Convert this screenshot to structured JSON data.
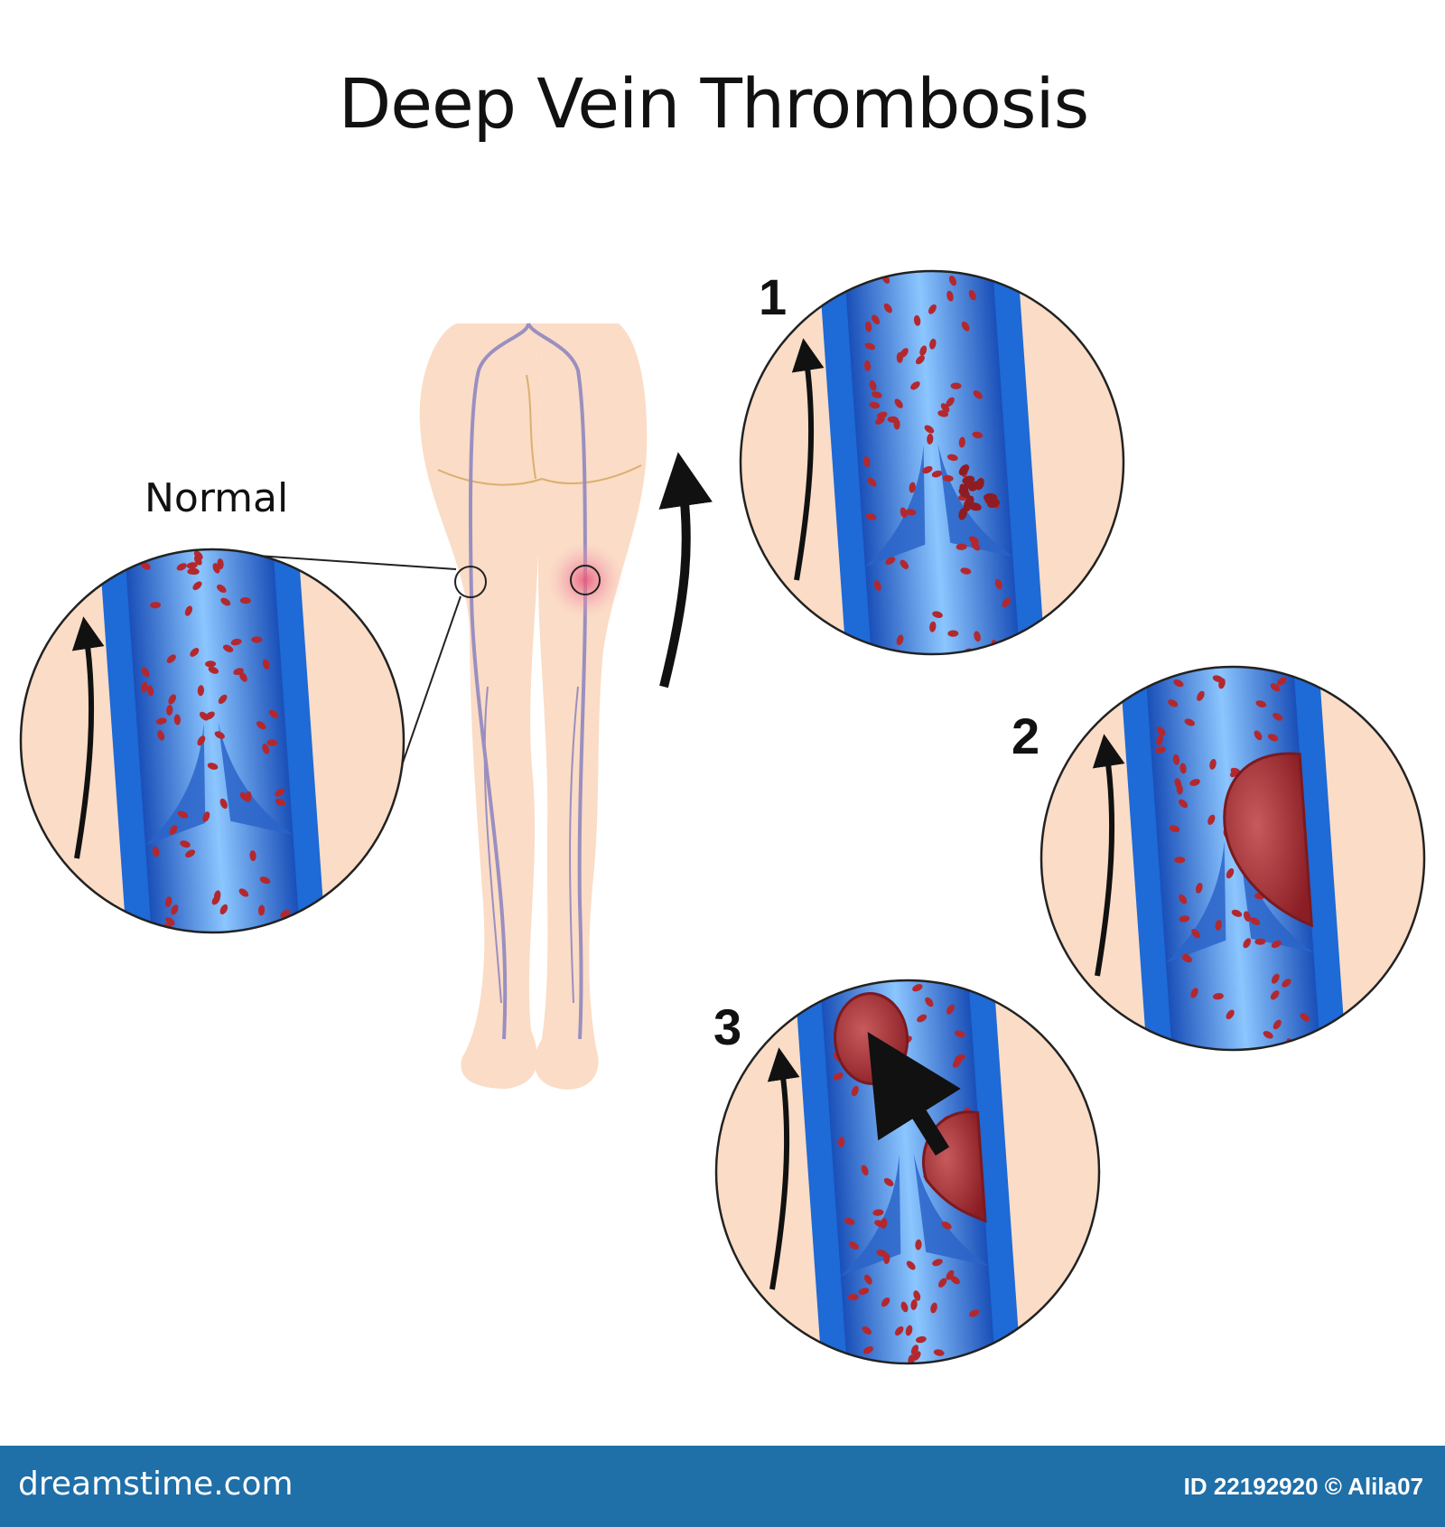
{
  "title": "Deep Vein Thrombosis",
  "labels": {
    "normal": "Normal",
    "step1": "1",
    "step2": "2",
    "step3": "3"
  },
  "footer": {
    "brand": "dreamstime.com",
    "stock_id": "ID 22192920 © Alila07"
  },
  "colors": {
    "skin": "#fbdcc6",
    "vessel_outer": "#1e6ad6",
    "vessel_inner": "#6fb0f0",
    "blood_cell": "#b3282e",
    "clot": "#a8383c",
    "vein_line": "#9a8fc0",
    "footer": "#1f6fa8"
  }
}
